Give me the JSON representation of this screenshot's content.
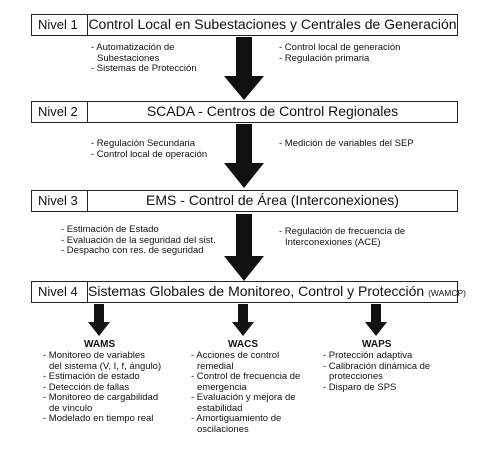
{
  "levels": [
    {
      "num": "Nivel 1",
      "title": "Control Local en Subestaciones y Centrales de Generación",
      "left_items": [
        "- Automatización de",
        "  Subestaciones",
        "- Sistemas de Protección"
      ],
      "right_items": [
        "- Control local de generación",
        "- Regulación primaria"
      ]
    },
    {
      "num": "Nivel 2",
      "title": "SCADA - Centros de Control Regionales",
      "left_items": [
        "- Regulación Secundaria",
        "- Control local de operación"
      ],
      "right_items": [
        "- Medición de variables del SEP"
      ]
    },
    {
      "num": "Nivel 3",
      "title": "EMS - Control de Área (Interconexiones)",
      "left_items": [
        "- Estimación de Estado",
        "- Evaluación de la seguridad del sist.",
        "- Despacho con res. de seguridad"
      ],
      "right_items": [
        "- Regulación de frecuencia de",
        "  Interconexiones (ACE)"
      ]
    },
    {
      "num": "Nivel 4",
      "title": "Sistemas Globales de Monitoreo, Control y Protección",
      "title_suffix": "(WAMCP)"
    }
  ],
  "columns": [
    {
      "title": "WAMS",
      "items": [
        "- Monitoreo de variables",
        "  del sistema (V, I, f, ángulo)",
        "- Estimación de estado",
        "- Detección de fallas",
        "- Monitoreo de cargabilidad",
        "  de vínculo",
        "- Modelado en tiempo real"
      ]
    },
    {
      "title": "WACS",
      "items": [
        "- Acciones de control",
        "  remedial",
        "- Control de frecuencia de",
        "  emergencia",
        "- Evaluación y mejora de",
        "  estabilidad",
        "- Amortiguamiento de",
        "  oscilaciones"
      ]
    },
    {
      "title": "WAPS",
      "items": [
        "- Protección adaptiva",
        "- Calibración dinámica de",
        "  protecciones",
        "- Disparo de SPS"
      ]
    }
  ]
}
